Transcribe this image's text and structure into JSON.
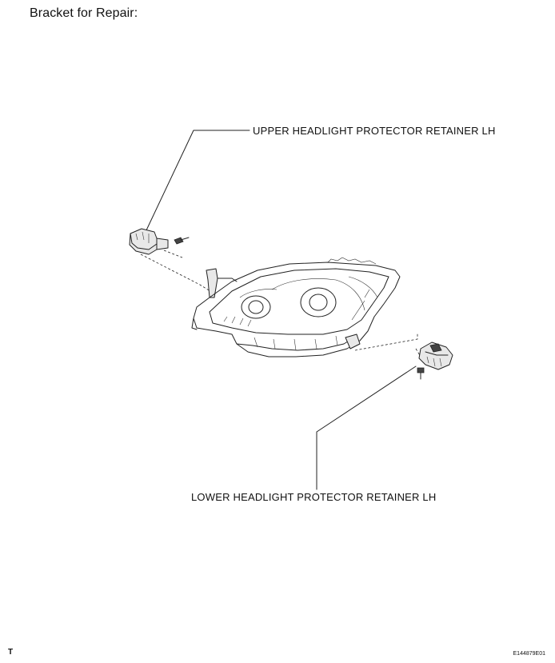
{
  "title": "Bracket for Repair:",
  "callouts": {
    "upper": "UPPER HEADLIGHT PROTECTOR RETAINER LH",
    "lower": "LOWER HEADLIGHT PROTECTOR RETAINER LH"
  },
  "footer": {
    "mark": "T",
    "figure_id": "E144879E01"
  }
}
